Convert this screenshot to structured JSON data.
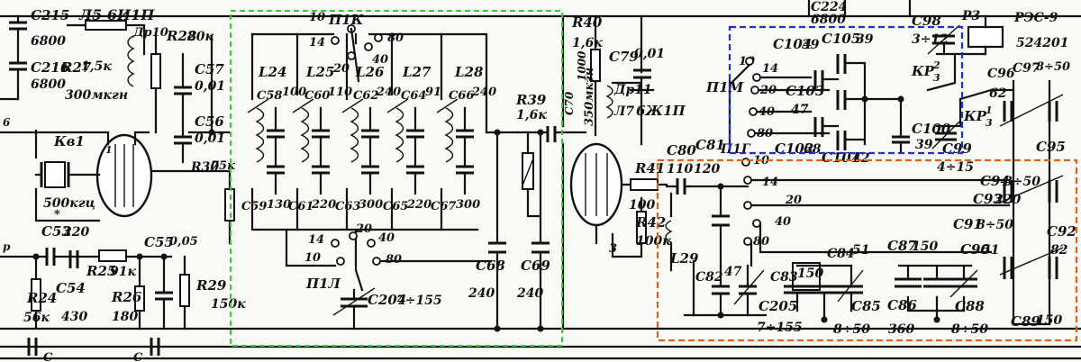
{
  "colors": {
    "green_box": "#33cc33",
    "blue_box": "#1f2fd0",
    "orange_box": "#e0601a",
    "ink": "#111111",
    "paper": "#f9f9f6"
  },
  "labels": {
    "c215": "C215",
    "c215v": "6800",
    "c216": "C216",
    "c216v": "6800",
    "l5": "Л5 6И1П",
    "r27": "R27",
    "r27v": "1,5к",
    "dr10": "Др10",
    "dr10v": "300мкгн",
    "r28": "R28",
    "r28v": "20к",
    "c57": "C57",
    "c57v": "0,01",
    "c56": "C56",
    "c56v": "0,01",
    "r30": "R30",
    "r30v": "75к",
    "kv1": "Кв1",
    "kv1v": "500кгц",
    "c53": "C53",
    "c53v": "220",
    "c53s": "*",
    "c54": "C54",
    "c54v": "430",
    "r25": "R25",
    "r25v": "91к",
    "r24": "R24",
    "r24v": "56к",
    "r26": "R26",
    "r26v": "180",
    "c55": "C55",
    "c55v": "0,05",
    "r29": "R29",
    "r29v": "150к",
    "p1k": "П1К",
    "pos10": "10",
    "pos14": "14",
    "pos20": "20",
    "pos40": "40",
    "pos80": "80",
    "l24": "L24",
    "l25": "L25",
    "l26": "L26",
    "l27": "L27",
    "l28": "L28",
    "c58": "C58",
    "c58v": "100",
    "c60": "C60",
    "c60v": "110",
    "c62": "C62",
    "c62v": "240",
    "c64": "C64",
    "c64v": "91",
    "c66": "C66",
    "c66v": "240",
    "c59": "C59",
    "c59v": "130",
    "c61": "C61",
    "c61v": "220",
    "c63": "C63",
    "c63v": "300",
    "c65": "C65",
    "c65v": "220",
    "c67": "C67",
    "c67v": "300",
    "p1l": "П1Л",
    "c204": "C204",
    "c204v": "7÷155",
    "c68": "C68",
    "c68v": "240",
    "c69": "C69",
    "c69v": "240",
    "r39": "R39",
    "r39v": "1,6к",
    "c70": "C70",
    "c70v": "1000",
    "r40": "R40",
    "r40v": "1,6к",
    "c79": "C79",
    "c79v": "0,01",
    "dr11": "Др11",
    "dr11v": "350мкгн",
    "l7": "Л7",
    "tube": "6Ж1П",
    "r41": "R41",
    "r41v": "100",
    "r42": "R42",
    "r42v": "100к",
    "pin3": "3",
    "c80": "C80",
    "c80v": "110",
    "c81": "C81",
    "c81v": "120",
    "l29": "L29",
    "c82": "C82",
    "c82v": "47",
    "c205": "C205",
    "c205v": "7÷155",
    "c83": "C83",
    "c83v": "150",
    "c84": "C84",
    "c84v": "51",
    "c85": "C85",
    "c85v": "8÷50",
    "c87": "C87",
    "c87v": "150",
    "c86": "C86",
    "c86v": "360",
    "c88": "C88",
    "c88v": "8÷50",
    "c89": "C89",
    "c89v": "150",
    "c90": "C90",
    "c90v": "51",
    "c91": "C91",
    "c91v": "8÷50",
    "c92": "C92",
    "c92v": "82",
    "c93": "C93",
    "c93v": "220",
    "c94": "C94",
    "c94v": "8÷50",
    "c95": "C95",
    "p1g": "П1Г",
    "p1m": "П1М",
    "c104": "C104",
    "c104v": "39",
    "c105": "C105",
    "c105v": "39",
    "c103": "C103",
    "c103v": "47",
    "c102": "C102",
    "c102v": "68",
    "c101": "C101",
    "c101v": "42",
    "c100": "C100",
    "c100v": "39",
    "c99": "C99",
    "c99v": "4÷15",
    "c98": "C98",
    "c98v": "3÷12",
    "p3": "P3",
    "rel": "РЭС-9",
    "relv": "524201",
    "kp32": "КР",
    "kp32s": "3",
    "kp32p": "2",
    "kp31": "КР",
    "kp31s": "3",
    "kp31p": "1",
    "c96": "C96",
    "c96v": "62",
    "c97": "C97",
    "c97v": "8÷50",
    "c224v": "6800",
    "c224": "C224",
    "b1": "1",
    "b6": "6",
    "bp": "р",
    "bot1": "C",
    "bot2": "C"
  }
}
